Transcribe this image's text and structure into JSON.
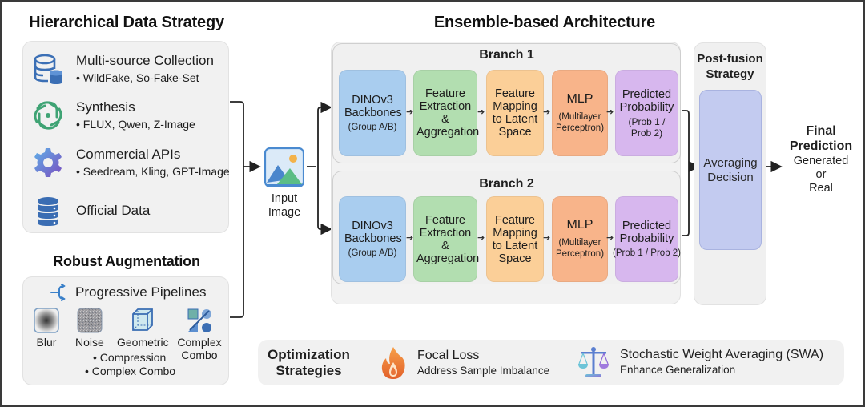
{
  "data_strategy": {
    "heading": "Hierarchical Data Strategy",
    "items": [
      {
        "icon": "database-stack-icon",
        "title": "Multi-source Collection",
        "sub": "• WildFake, So-Fake-Set"
      },
      {
        "icon": "openai-knot-icon",
        "title": "Synthesis",
        "sub": "• FLUX, Qwen, Z-Image"
      },
      {
        "icon": "gear-icon",
        "title": "Commercial APIs",
        "sub": "• Seedream, Kling, GPT-Image"
      },
      {
        "icon": "server-database-icon",
        "title": "Official Data",
        "sub": ""
      }
    ]
  },
  "augmentation": {
    "heading": "Robust Augmentation",
    "pipeline_label": "Progressive Pipelines",
    "items": [
      {
        "icon": "blur-icon",
        "label": "Blur"
      },
      {
        "icon": "noise-icon",
        "label": "Noise"
      },
      {
        "icon": "cube-icon",
        "label": "Geometric"
      },
      {
        "icon": "shapes-combo-icon",
        "label": "Complex Combo"
      }
    ],
    "bullets": [
      "• Compression",
      "• Complex Combo"
    ]
  },
  "input": {
    "label_line1": "Input",
    "label_line2": "Image"
  },
  "architecture": {
    "heading": "Ensemble-based Architecture",
    "branches": [
      {
        "title": "Branch 1",
        "stages": [
          {
            "l1": "DINOv3 Backbones",
            "l2": "(Group A/B)"
          },
          {
            "l1": "Feature Extraction & Aggregation",
            "l2": ""
          },
          {
            "l1": "Feature Mapping to Latent Space",
            "l2": ""
          },
          {
            "l1": "MLP",
            "l2": "(Multilayer Perceptron)"
          },
          {
            "l1": "Predicted Probability",
            "l2": "(Prob 1 / Prob 2)"
          }
        ]
      },
      {
        "title": "Branch 2",
        "stages": [
          {
            "l1": "DINOv3 Backbones",
            "l2": "(Group A/B)"
          },
          {
            "l1": "Feature Extraction & Aggregation",
            "l2": ""
          },
          {
            "l1": "Feature Mapping to Latent Space",
            "l2": ""
          },
          {
            "l1": "MLP",
            "l2": "(Multilayer Perceptron)"
          },
          {
            "l1": "Predicted Probability",
            "l2": "(Prob 1 / Prob 2)"
          }
        ]
      }
    ]
  },
  "post_fusion": {
    "heading_line1": "Post-fusion",
    "heading_line2": "Strategy",
    "decision_line1": "Averaging",
    "decision_line2": "Decision"
  },
  "final": {
    "heading_line1": "Final",
    "heading_line2": "Prediction",
    "out_line1": "Generated",
    "out_line2": "or",
    "out_line3": "Real"
  },
  "optimization": {
    "heading_line1": "Optimization",
    "heading_line2": "Strategies",
    "items": [
      {
        "icon": "flame-icon",
        "title": "Focal Loss",
        "sub": "Address Sample Imbalance"
      },
      {
        "icon": "balance-scale-icon",
        "title": "Stochastic Weight Averaging (SWA)",
        "sub": "Enhance Generalization"
      }
    ]
  },
  "colors": {
    "blue": "#a9cdef",
    "green": "#b2deb0",
    "yellow": "#fbcf98",
    "orange": "#f8b48a",
    "purple": "#d7b7ee",
    "averaging": "#c3cbf0",
    "panel": "#f1f1f1"
  }
}
